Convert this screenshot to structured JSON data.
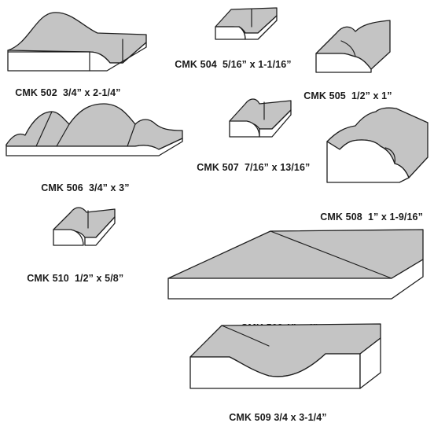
{
  "items": [
    {
      "code": "CMK 502",
      "size": "3/4” x 2-1/4”"
    },
    {
      "code": "CMK 504",
      "size": "5/16” x 1-1/16”"
    },
    {
      "code": "CMK 505",
      "size": "1/2” x 1”"
    },
    {
      "code": "CMK 506",
      "size": "3/4” x 3”"
    },
    {
      "code": "CMK 507",
      "size": "7/16” x 13/16”"
    },
    {
      "code": "CMK 508",
      "size": "1” x 1-9/16”"
    },
    {
      "code": "CMK 510",
      "size": "1/2” x 5/8”"
    },
    {
      "code": "CMK 503",
      "size": "1” x 4”"
    },
    {
      "code": "CMK 509",
      "size": "3/4 x 3-1/4”"
    }
  ],
  "colors": {
    "top_face": "#c4c4c4",
    "front_face": "#ffffff",
    "outline": "#1e1e1e"
  }
}
